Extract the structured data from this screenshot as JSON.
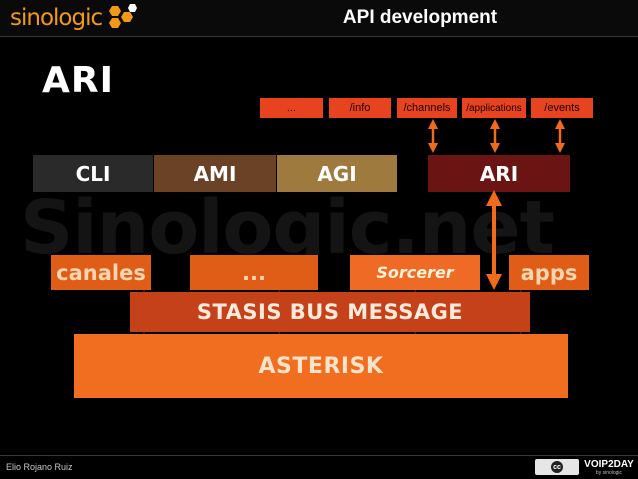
{
  "header": {
    "logo_text": "sinologic",
    "title": "API development"
  },
  "watermark": "Sinologic.net",
  "section_title": "ARI",
  "endpoints": [
    {
      "label": "..."
    },
    {
      "label": "/info"
    },
    {
      "label": "/channels"
    },
    {
      "label": "/applications"
    },
    {
      "label": "/events"
    }
  ],
  "interfaces": [
    {
      "label": "CLI",
      "color": "#2a2a2a"
    },
    {
      "label": "AMI",
      "color": "#6b4226"
    },
    {
      "label": "AGI",
      "color": "#9e7a3e"
    },
    {
      "label": "ARI",
      "color": "#6b1414"
    }
  ],
  "modules": [
    {
      "label": "canales"
    },
    {
      "label": "..."
    },
    {
      "label": "Sorcerer"
    },
    {
      "label": "apps"
    }
  ],
  "stasis_label": "STASIS BUS MESSAGE",
  "asterisk_label": "ASTERISK",
  "colors": {
    "endpoint": "#e8431f",
    "module": "#e05d18",
    "stasis": "#c4411a",
    "asterisk": "#f16d1f",
    "arrow": "#f26b1d"
  },
  "footer": {
    "author": "Elio Rojano Ruiz",
    "license_icon": "cc-by-nc-sa-icon",
    "brand": "VOIP2DAY",
    "brand_sub": "by sinologic"
  }
}
